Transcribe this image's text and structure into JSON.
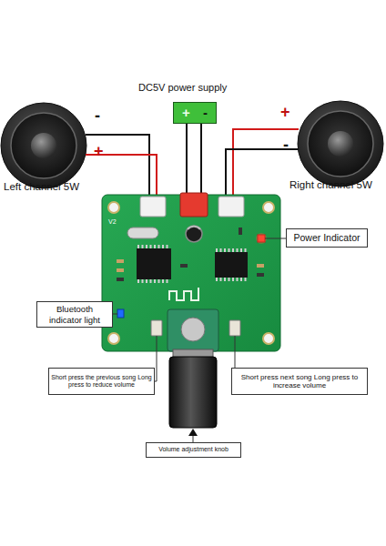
{
  "diagram": {
    "nodes": [
      {
        "text": [
          "+",
          "-"
        ]
      },
      {
        "text": [
          "Power Indicator"
        ]
      },
      {
        "text": [
          "Bluetooth indicator light"
        ]
      },
      {
        "text": [
          "Short press the previous song Long press to reduce volume"
        ]
      },
      {
        "text": [
          "Short press next song Long press to increase volume"
        ]
      },
      {
        "text": [
          "Volume adjustment knob"
        ]
      }
    ],
    "labels": [
      "DC5V power supply",
      "-",
      "+",
      "+",
      "-",
      "Left channel 5W",
      "Right channel 5W",
      "V2"
    ]
  }
}
